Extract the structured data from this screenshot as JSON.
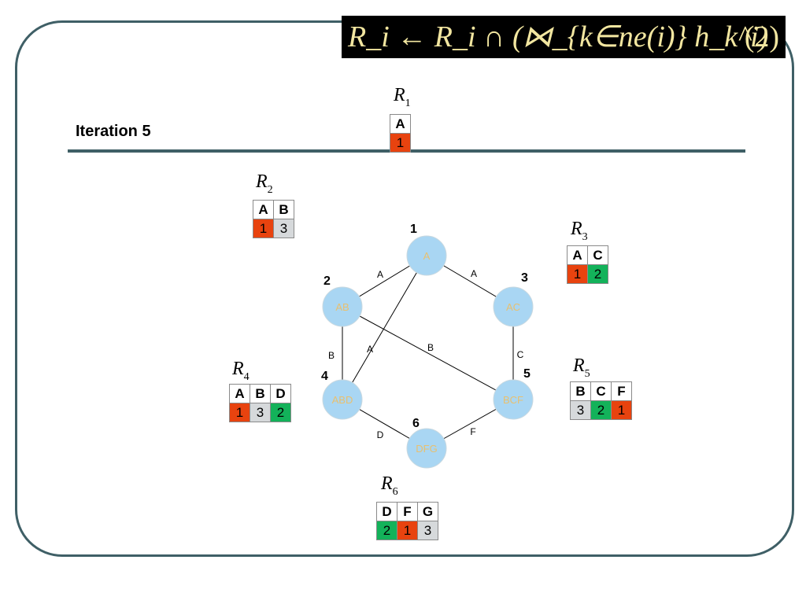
{
  "formula": {
    "text": "R_i ← R_i ∩ (⋈_{k∈ne(i)} h_k^i)",
    "number": "(2)"
  },
  "slide_title": "Iteration 5",
  "relations": [
    {
      "name": "R",
      "sub": "1",
      "headers": [
        "A"
      ],
      "values": [
        "1"
      ],
      "colors": [
        "red"
      ]
    },
    {
      "name": "R",
      "sub": "2",
      "headers": [
        "A",
        "B"
      ],
      "values": [
        "1",
        "3"
      ],
      "colors": [
        "red",
        "gray"
      ]
    },
    {
      "name": "R",
      "sub": "3",
      "headers": [
        "A",
        "C"
      ],
      "values": [
        "1",
        "2"
      ],
      "colors": [
        "red",
        "green"
      ]
    },
    {
      "name": "R",
      "sub": "4",
      "headers": [
        "A",
        "B",
        "D"
      ],
      "values": [
        "1",
        "3",
        "2"
      ],
      "colors": [
        "red",
        "gray",
        "green"
      ]
    },
    {
      "name": "R",
      "sub": "5",
      "headers": [
        "B",
        "C",
        "F"
      ],
      "values": [
        "3",
        "2",
        "1"
      ],
      "colors": [
        "gray",
        "green",
        "red"
      ]
    },
    {
      "name": "R",
      "sub": "6",
      "headers": [
        "D",
        "F",
        "G"
      ],
      "values": [
        "2",
        "1",
        "3"
      ],
      "colors": [
        "green",
        "red",
        "gray"
      ]
    }
  ],
  "nodes": [
    {
      "id": "1",
      "label": "A"
    },
    {
      "id": "2",
      "label": "AB"
    },
    {
      "id": "3",
      "label": "AC"
    },
    {
      "id": "4",
      "label": "ABD"
    },
    {
      "id": "5",
      "label": "BCF"
    },
    {
      "id": "6",
      "label": "DFG"
    }
  ],
  "edges": [
    {
      "from": "1",
      "to": "2",
      "label": "A"
    },
    {
      "from": "1",
      "to": "3",
      "label": "A"
    },
    {
      "from": "1",
      "to": "4",
      "label": "A"
    },
    {
      "from": "2",
      "to": "4",
      "label": "B"
    },
    {
      "from": "2",
      "to": "5",
      "label": "B"
    },
    {
      "from": "3",
      "to": "5",
      "label": "C"
    },
    {
      "from": "4",
      "to": "6",
      "label": "D"
    },
    {
      "from": "5",
      "to": "6",
      "label": "F"
    }
  ],
  "colors": {
    "red": "#e8430f",
    "gray": "#d6d9db",
    "green": "#13b25a",
    "node": "#a9d6f3",
    "frame": "#3f5f66"
  }
}
